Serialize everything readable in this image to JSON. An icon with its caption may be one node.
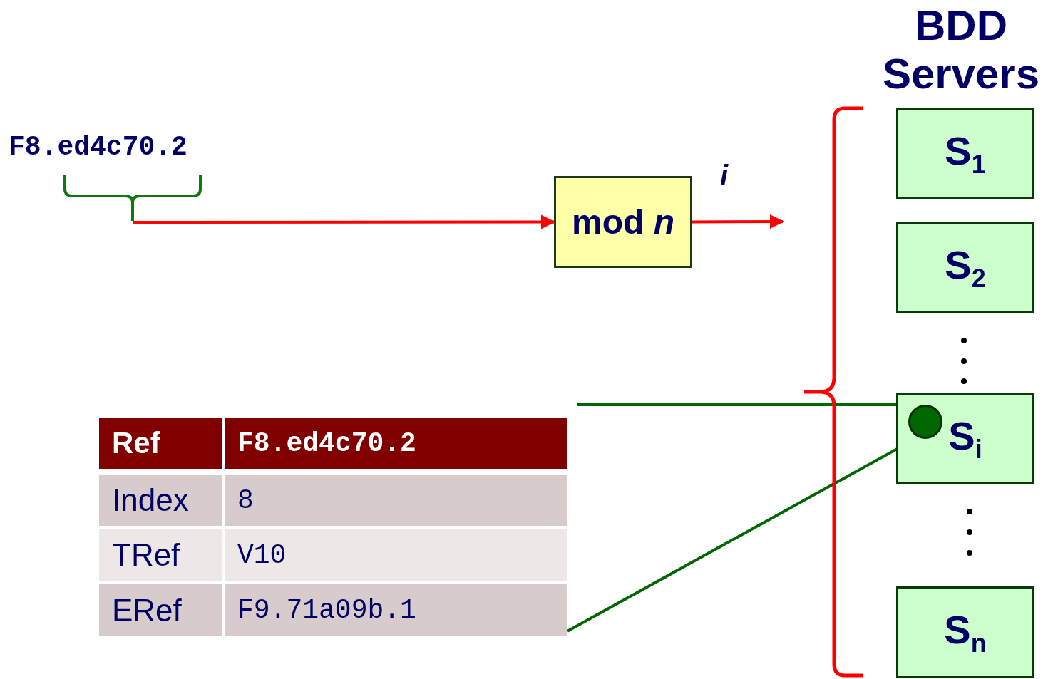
{
  "diagram": {
    "nodes": [
      {
        "text": [
          "F8.ed4c70.2"
        ]
      },
      {
        "text": [
          "mod *n*"
        ]
      },
      {
        "text": [
          "S$_{1}$"
        ]
      },
      {
        "text": [
          "S$_{2}$"
        ]
      },
      {
        "text": [
          "S$_{i}$"
        ]
      },
      {
        "text": [
          "S$_{n}$"
        ]
      },
      {
        "text": [],
        "shape": "circle",
        "in": 4
      },
      {
        "text": [
          "F9.71a09b.1"
        ]
      }
    ],
    "edges": [
      {
        "from": 0,
        "to": 1,
        "arrow": "to",
        "color": "#ff0000"
      },
      {
        "from": 1,
        "to": null,
        "arrow": "to",
        "label": "i",
        "color": "#ff0000"
      },
      {
        "from": null,
        "to": 6,
        "arrow": "none",
        "color": "#006600"
      },
      {
        "from": 7,
        "to": 6,
        "arrow": "none",
        "color": "#006600"
      }
    ],
    "labels": [
      "BDD Servers",
      "Ref",
      "F8.ed4c70.2",
      "Index",
      "8",
      "TRef",
      "V10",
      "ERef"
    ]
  }
}
